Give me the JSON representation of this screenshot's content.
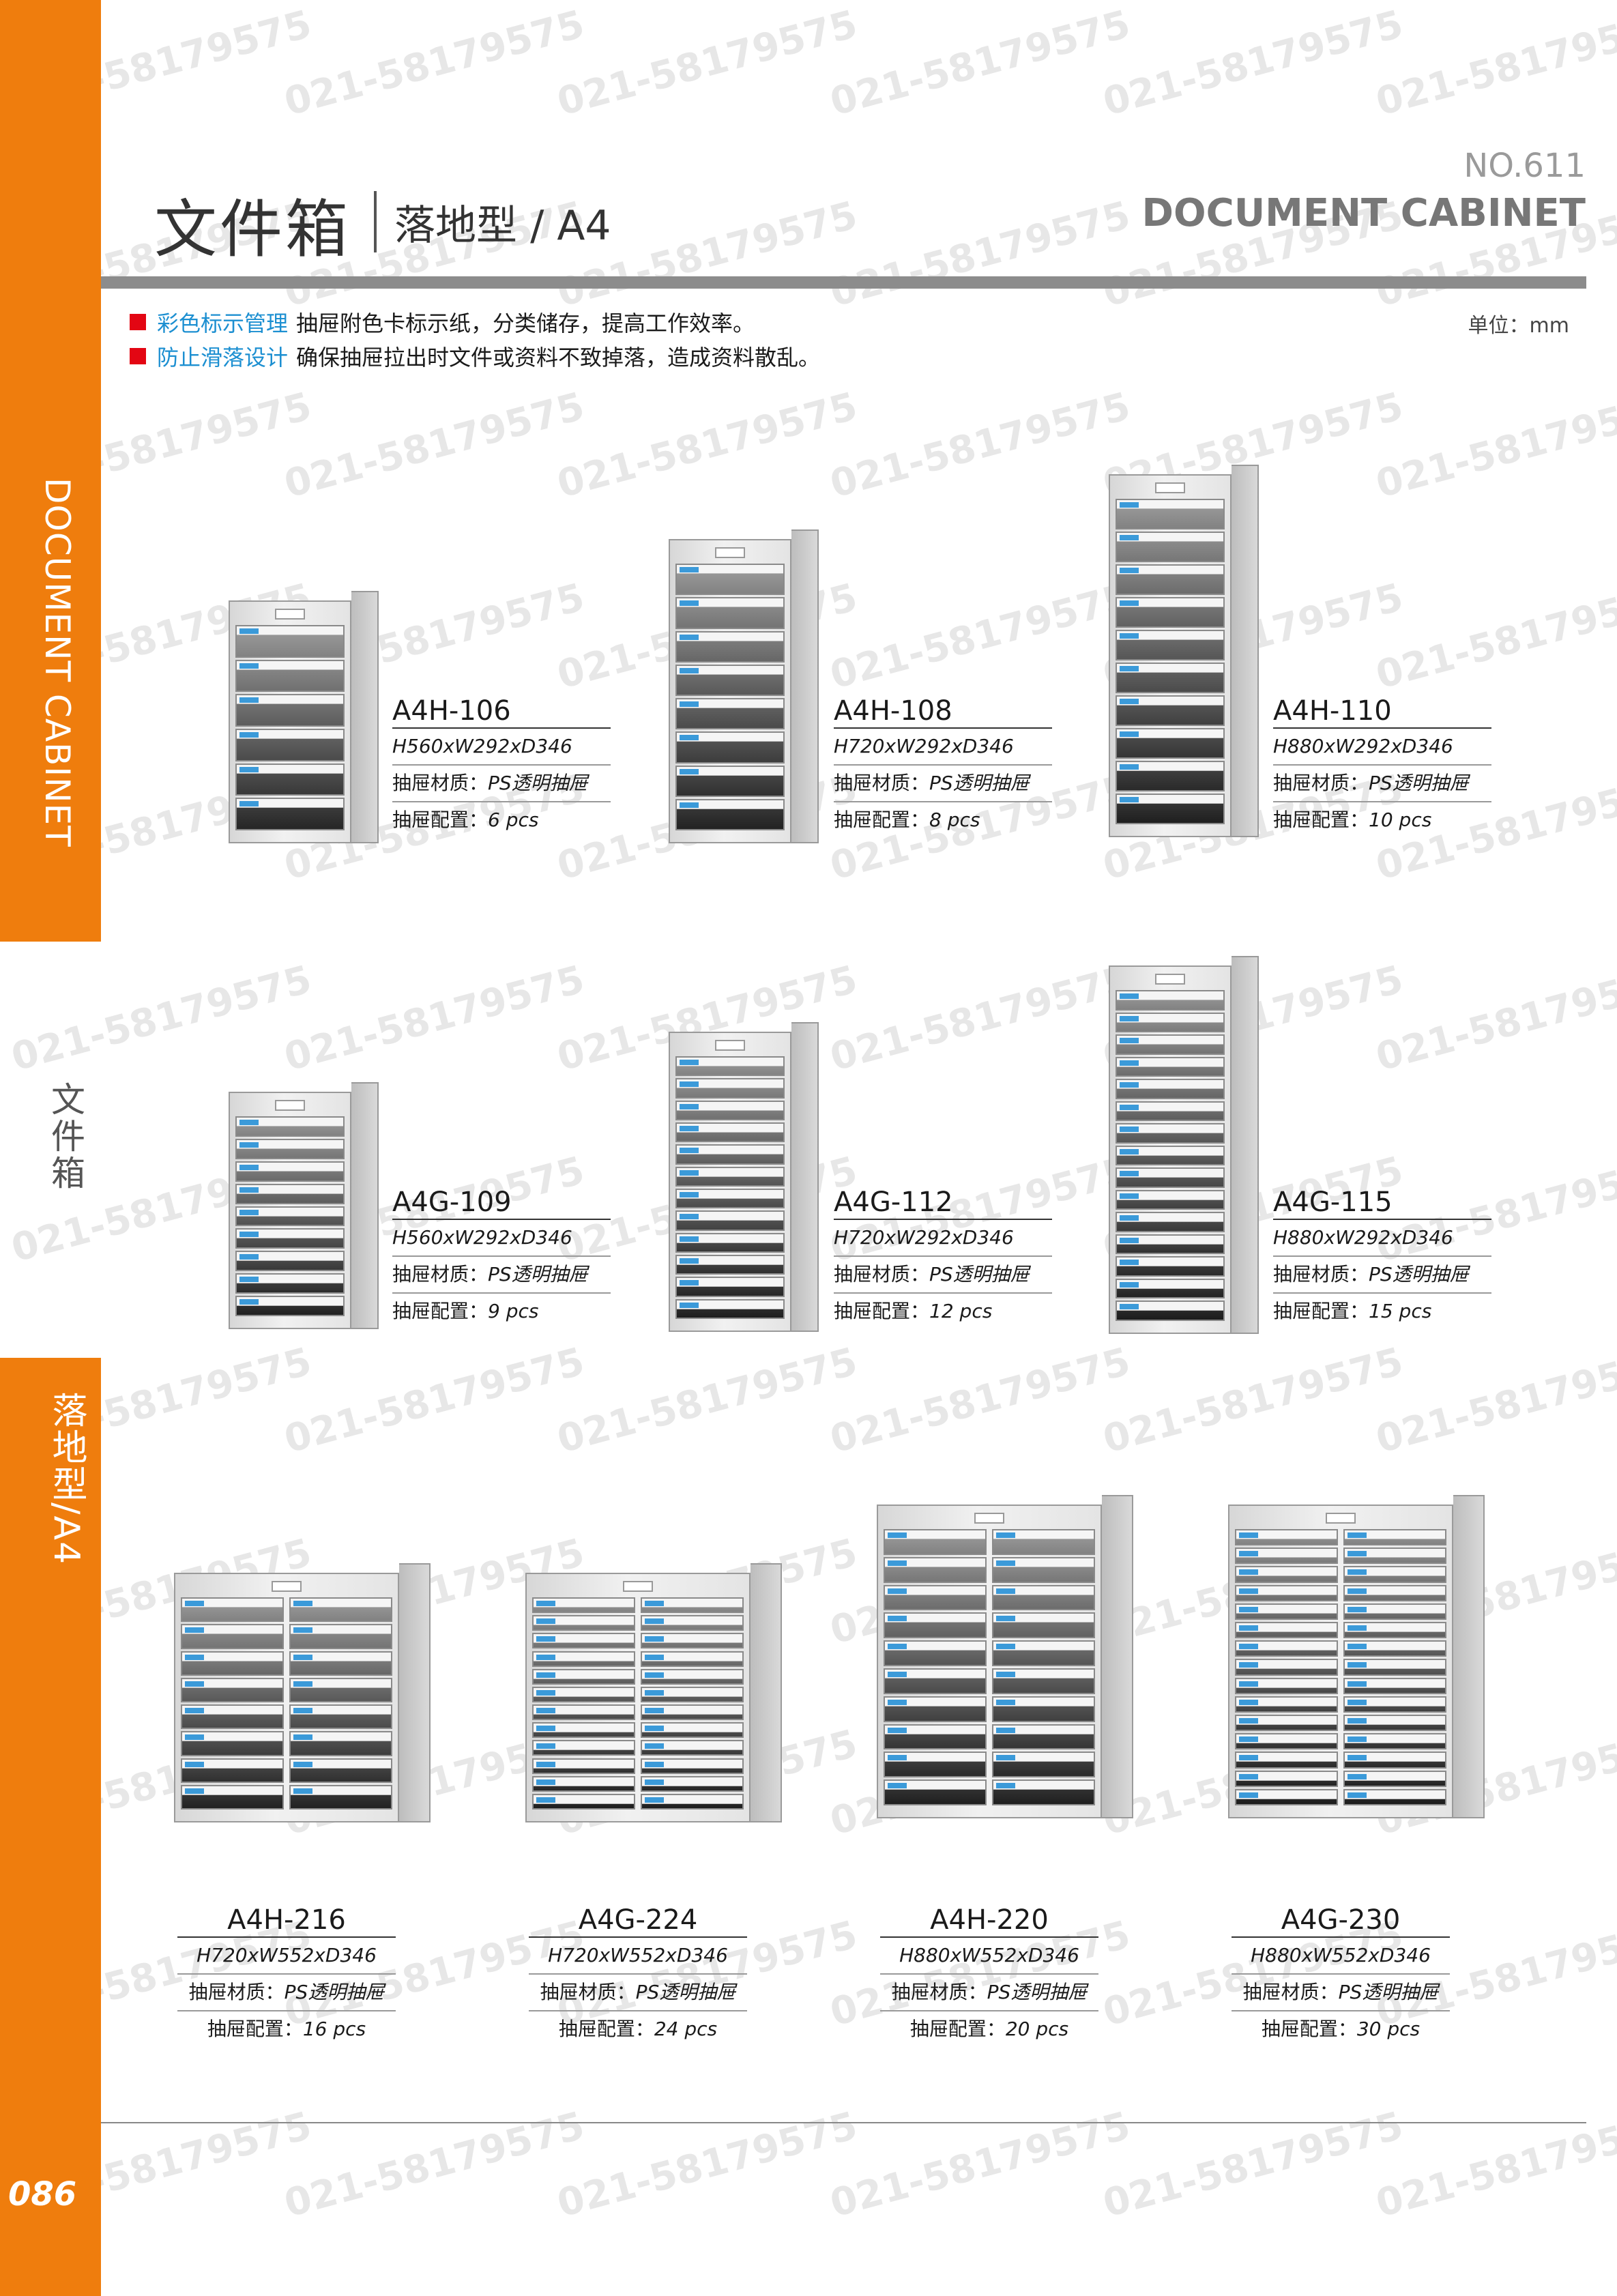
{
  "watermark": "021-58179575",
  "sidebar": {
    "vertical_en": "DOCUMENT CABINET",
    "vertical_cn": "文件箱",
    "vertical_section": "落地型/A4",
    "page_number": "086"
  },
  "header": {
    "title_cn": "文件箱",
    "subtitle": "落地型 / A4",
    "number": "NO.611",
    "category_en": "DOCUMENT CABINET"
  },
  "features": [
    {
      "key": "彩色标示管理",
      "text": "抽屉附色卡标示纸，分类储存，提高工作效率。"
    },
    {
      "key": "防止滑落设计",
      "text": "确保抽屉拉出时文件或资料不致掉落，造成资料散乱。"
    }
  ],
  "unit": "单位：mm",
  "material_label": "抽屉材质：",
  "material_value": "PS透明抽屉",
  "config_label": "抽屉配置：",
  "products": [
    {
      "model": "A4H-106",
      "dims": "H560xW292xD346",
      "config": "6 pcs"
    },
    {
      "model": "A4H-108",
      "dims": "H720xW292xD346",
      "config": "8 pcs"
    },
    {
      "model": "A4H-110",
      "dims": "H880xW292xD346",
      "config": "10 pcs"
    },
    {
      "model": "A4G-109",
      "dims": "H560xW292xD346",
      "config": "9 pcs"
    },
    {
      "model": "A4G-112",
      "dims": "H720xW292xD346",
      "config": "12 pcs"
    },
    {
      "model": "A4G-115",
      "dims": "H880xW292xD346",
      "config": "15 pcs"
    },
    {
      "model": "A4H-216",
      "dims": "H720xW552xD346",
      "config": "16 pcs"
    },
    {
      "model": "A4G-224",
      "dims": "H720xW552xD346",
      "config": "24 pcs"
    },
    {
      "model": "A4H-220",
      "dims": "H880xW552xD346",
      "config": "20 pcs"
    },
    {
      "model": "A4G-230",
      "dims": "H880xW552xD346",
      "config": "30 pcs"
    }
  ]
}
